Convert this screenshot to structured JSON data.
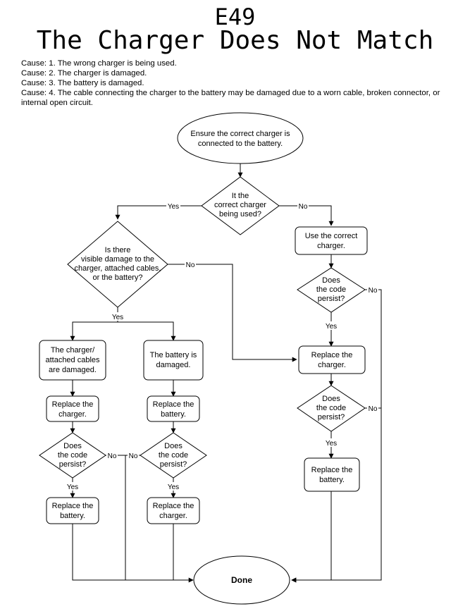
{
  "header": {
    "code": "E49",
    "title": "The Charger Does Not Match"
  },
  "causes": [
    "Cause: 1. The wrong charger is being used.",
    "Cause: 2. The charger is damaged.",
    "Cause: 3. The battery is damaged.",
    "Cause: 4. The cable connecting the charger to the battery may be damaged due to a worn cable, broken connector, or internal open circuit."
  ],
  "flowchart": {
    "start": [
      "Ensure the correct charger is",
      "connected to the battery."
    ],
    "q_correct_charger": [
      "It the",
      "correct charger",
      "being used?"
    ],
    "q_visible_damage": [
      "Is there",
      "visible damage to the",
      "charger, attached cables,",
      "or the battery?"
    ],
    "use_correct_charger": [
      "Use the correct",
      "charger."
    ],
    "persist_1": [
      "Does",
      "the code",
      "persist?"
    ],
    "replace_charger_right": [
      "Replace the",
      "charger."
    ],
    "persist_2": [
      "Does",
      "the code",
      "persist?"
    ],
    "replace_battery_right": [
      "Replace the",
      "battery."
    ],
    "charger_damaged": [
      "The charger/",
      "attached cables",
      "are damaged."
    ],
    "battery_damaged": [
      "The battery is",
      "damaged."
    ],
    "replace_charger_left": [
      "Replace the",
      "charger."
    ],
    "replace_battery_mid": [
      "Replace the",
      "battery."
    ],
    "persist_left": [
      "Does",
      "the code",
      "persist?"
    ],
    "persist_mid": [
      "Does",
      "the code",
      "persist?"
    ],
    "replace_battery_left": [
      "Replace the",
      "battery."
    ],
    "replace_charger_mid": [
      "Replace the",
      "charger."
    ],
    "done": "Done",
    "yes": "Yes",
    "no": "No"
  }
}
